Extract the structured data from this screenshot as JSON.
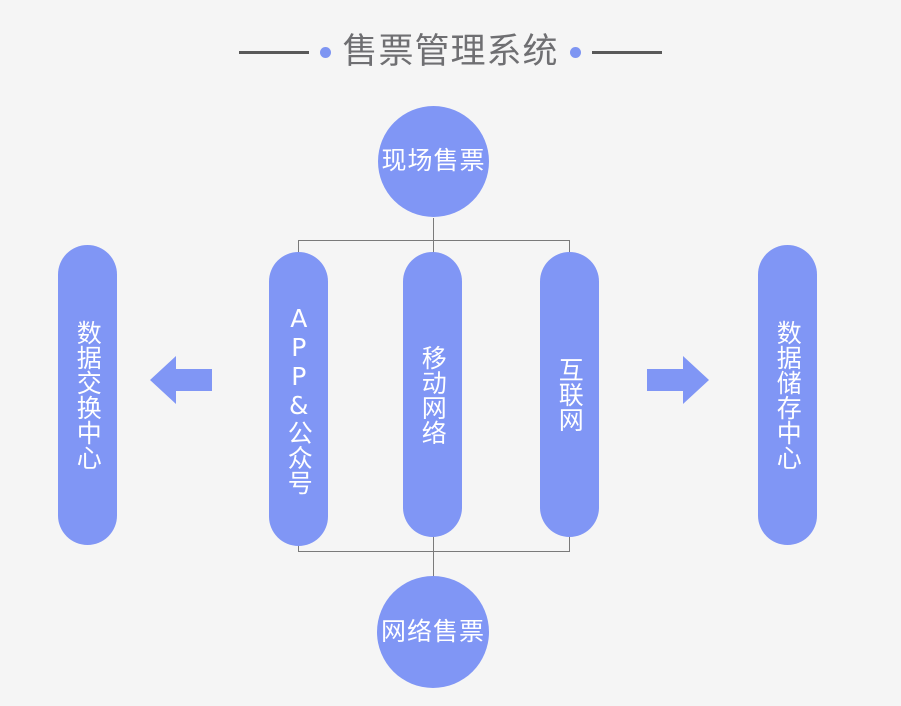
{
  "page": {
    "title": "售票管理系统",
    "background_color": "#f5f5f5",
    "accent_color": "#8096f5",
    "title_color": "#6f6f72",
    "line_color": "#7a7a7a"
  },
  "header": {
    "title": "售票管理系统",
    "left_dash": "",
    "right_dash": "",
    "left_dot": "",
    "right_dot": ""
  },
  "diagram": {
    "top_node": {
      "label": "现场售票",
      "shape": "circle"
    },
    "bottom_node": {
      "label": "网络售票",
      "shape": "circle"
    },
    "left_node": {
      "label": "数据交换中心",
      "shape": "pill"
    },
    "right_node": {
      "label": "数据储存中心",
      "shape": "pill"
    },
    "channels": [
      {
        "label": "APP&公众号",
        "shape": "pill"
      },
      {
        "label": "移动网络",
        "shape": "pill"
      },
      {
        "label": "互联网",
        "shape": "pill"
      }
    ],
    "arrows": [
      {
        "name": "arrow-left",
        "direction": "left"
      },
      {
        "name": "arrow-right",
        "direction": "right"
      }
    ]
  }
}
